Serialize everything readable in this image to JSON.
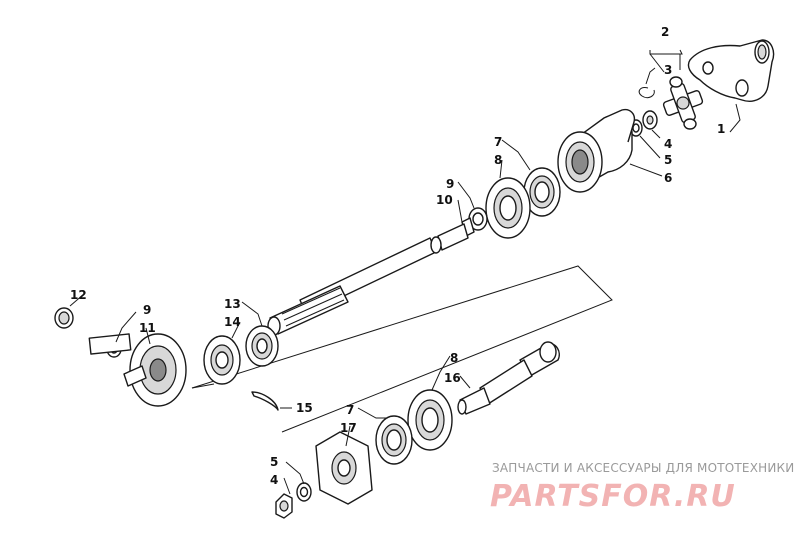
{
  "callouts": {
    "c1": "1",
    "c2": "2",
    "c3": "3",
    "c4a": "4",
    "c5a": "5",
    "c6": "6",
    "c7a": "7",
    "c8a": "8",
    "c9a": "9",
    "c10": "10",
    "c12": "12",
    "c9b": "9",
    "c11": "11",
    "c13": "13",
    "c14": "14",
    "c15": "15",
    "c8b": "8",
    "c16": "16",
    "c7b": "7",
    "c17": "17",
    "c5b": "5",
    "c4b": "4"
  },
  "watermark": {
    "tagline": "ЗАПЧАСТИ И АКСЕССУАРЫ ДЛЯ МОТОТЕХНИКИ",
    "brand": "PARTSFOR.RU"
  }
}
